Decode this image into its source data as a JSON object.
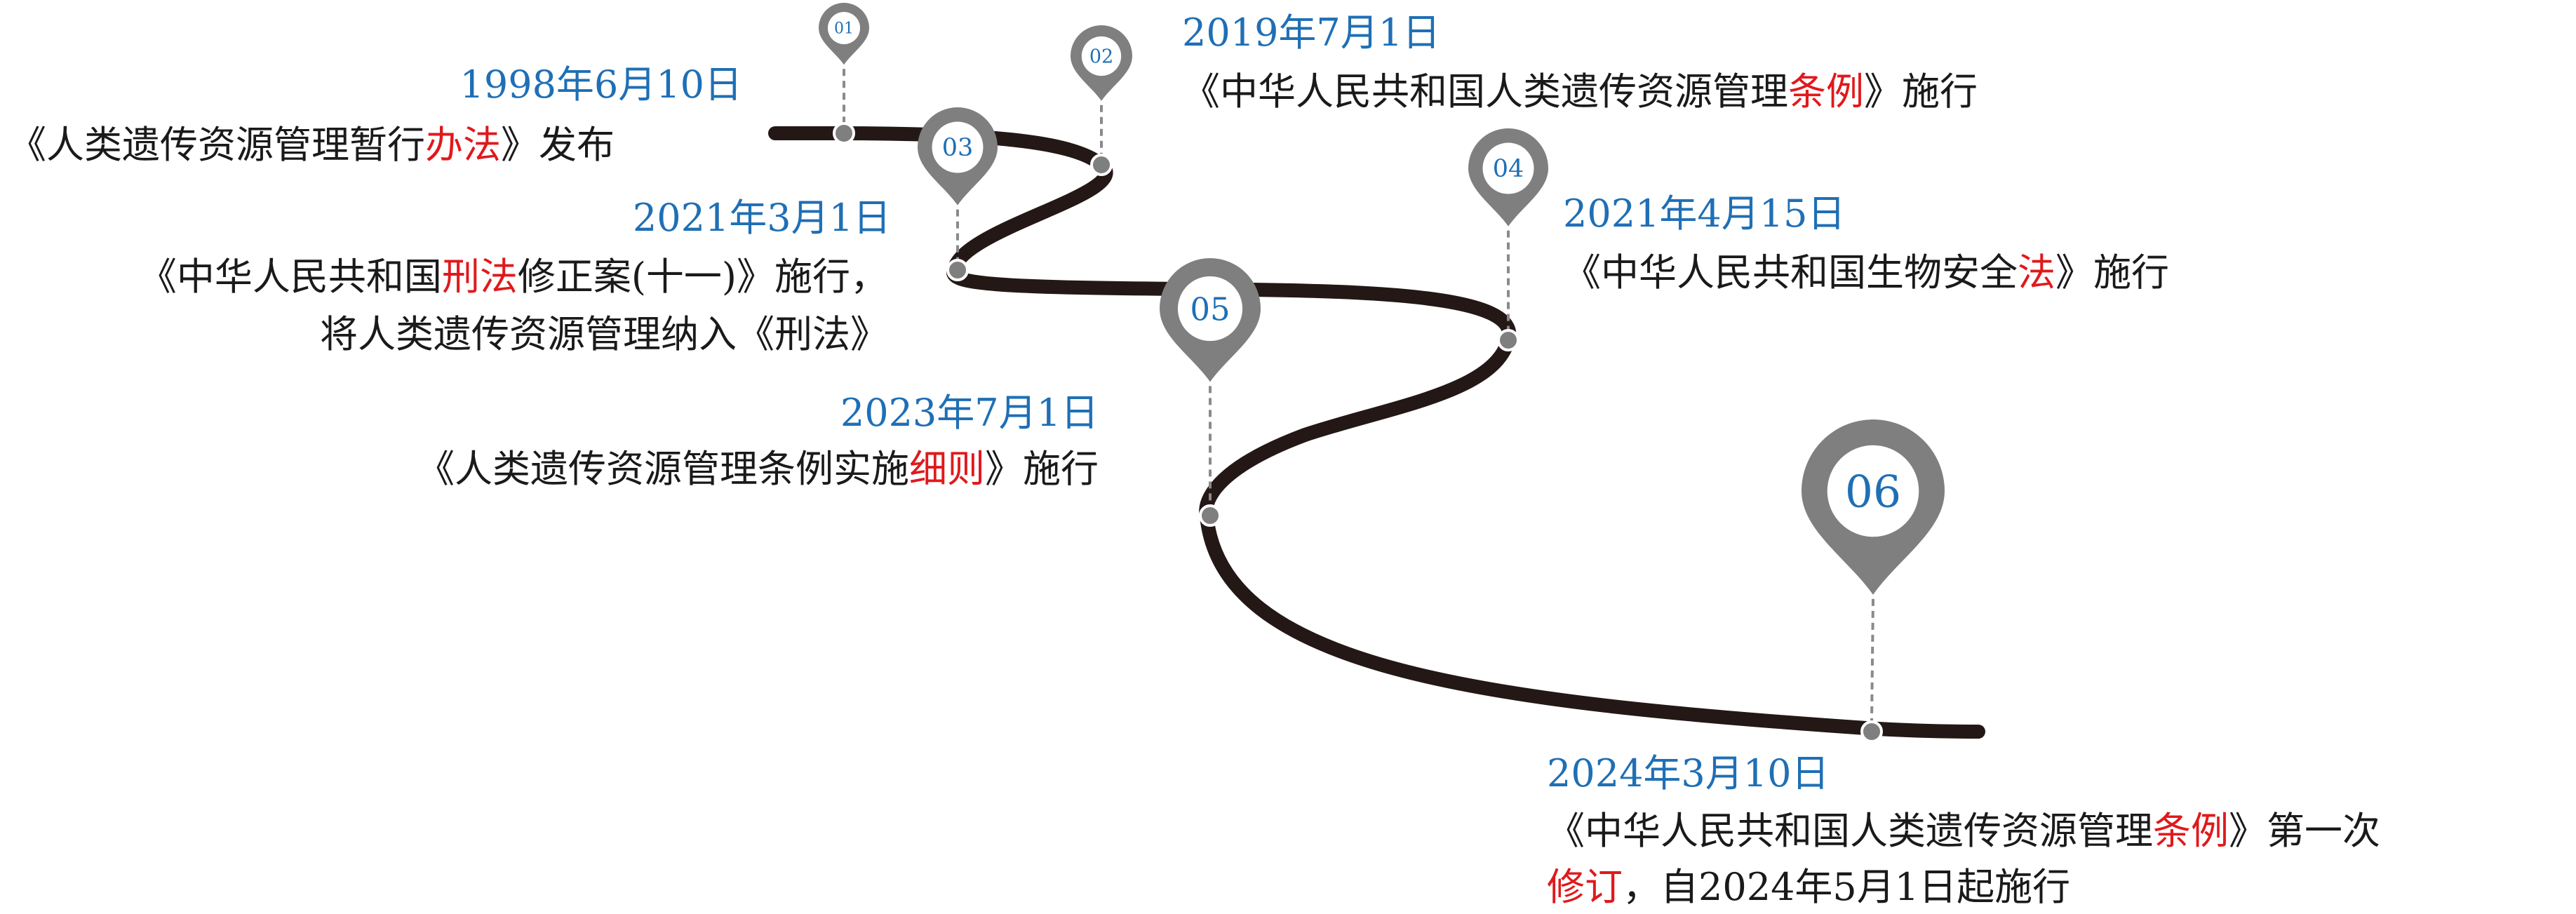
{
  "colors": {
    "path": "#231815",
    "pin": "#7f7f7f",
    "pin_inner": "#ffffff",
    "date": "#1f6fb5",
    "text": "#1a1a1a",
    "highlight": "#e0191c",
    "connector": "#8a8a8a"
  },
  "events": [
    {
      "num": "01",
      "date": "1998年6月10日",
      "text_before": "《人类遗传资源管理暂行",
      "text_highlight": "办法",
      "text_after": "》发布"
    },
    {
      "num": "02",
      "date": "2019年7月1日",
      "text_before": "《中华人民共和国人类遗传资源管理",
      "text_highlight": "条例",
      "text_after": "》施行"
    },
    {
      "num": "03",
      "date": "2021年3月1日",
      "text_before": "《中华人民共和国",
      "text_highlight": "刑法",
      "text_after": "修正案(十一)》施行，",
      "line2": "将人类遗传资源管理纳入《刑法》"
    },
    {
      "num": "04",
      "date": "2021年4月15日",
      "text_before": "《中华人民共和国生物安全",
      "text_highlight": "法",
      "text_after": "》施行"
    },
    {
      "num": "05",
      "date": "2023年7月1日",
      "text_before": "《人类遗传资源管理条例实施",
      "text_highlight": "细则",
      "text_after": "》施行"
    },
    {
      "num": "06",
      "date": "2024年3月10日",
      "text_before": "《中华人民共和国人类遗传资源管理",
      "text_highlight": "条例",
      "text_after": "》第一次",
      "line2_highlight": "修订",
      "line2_after": "，自2024年5月1日起施行"
    }
  ]
}
